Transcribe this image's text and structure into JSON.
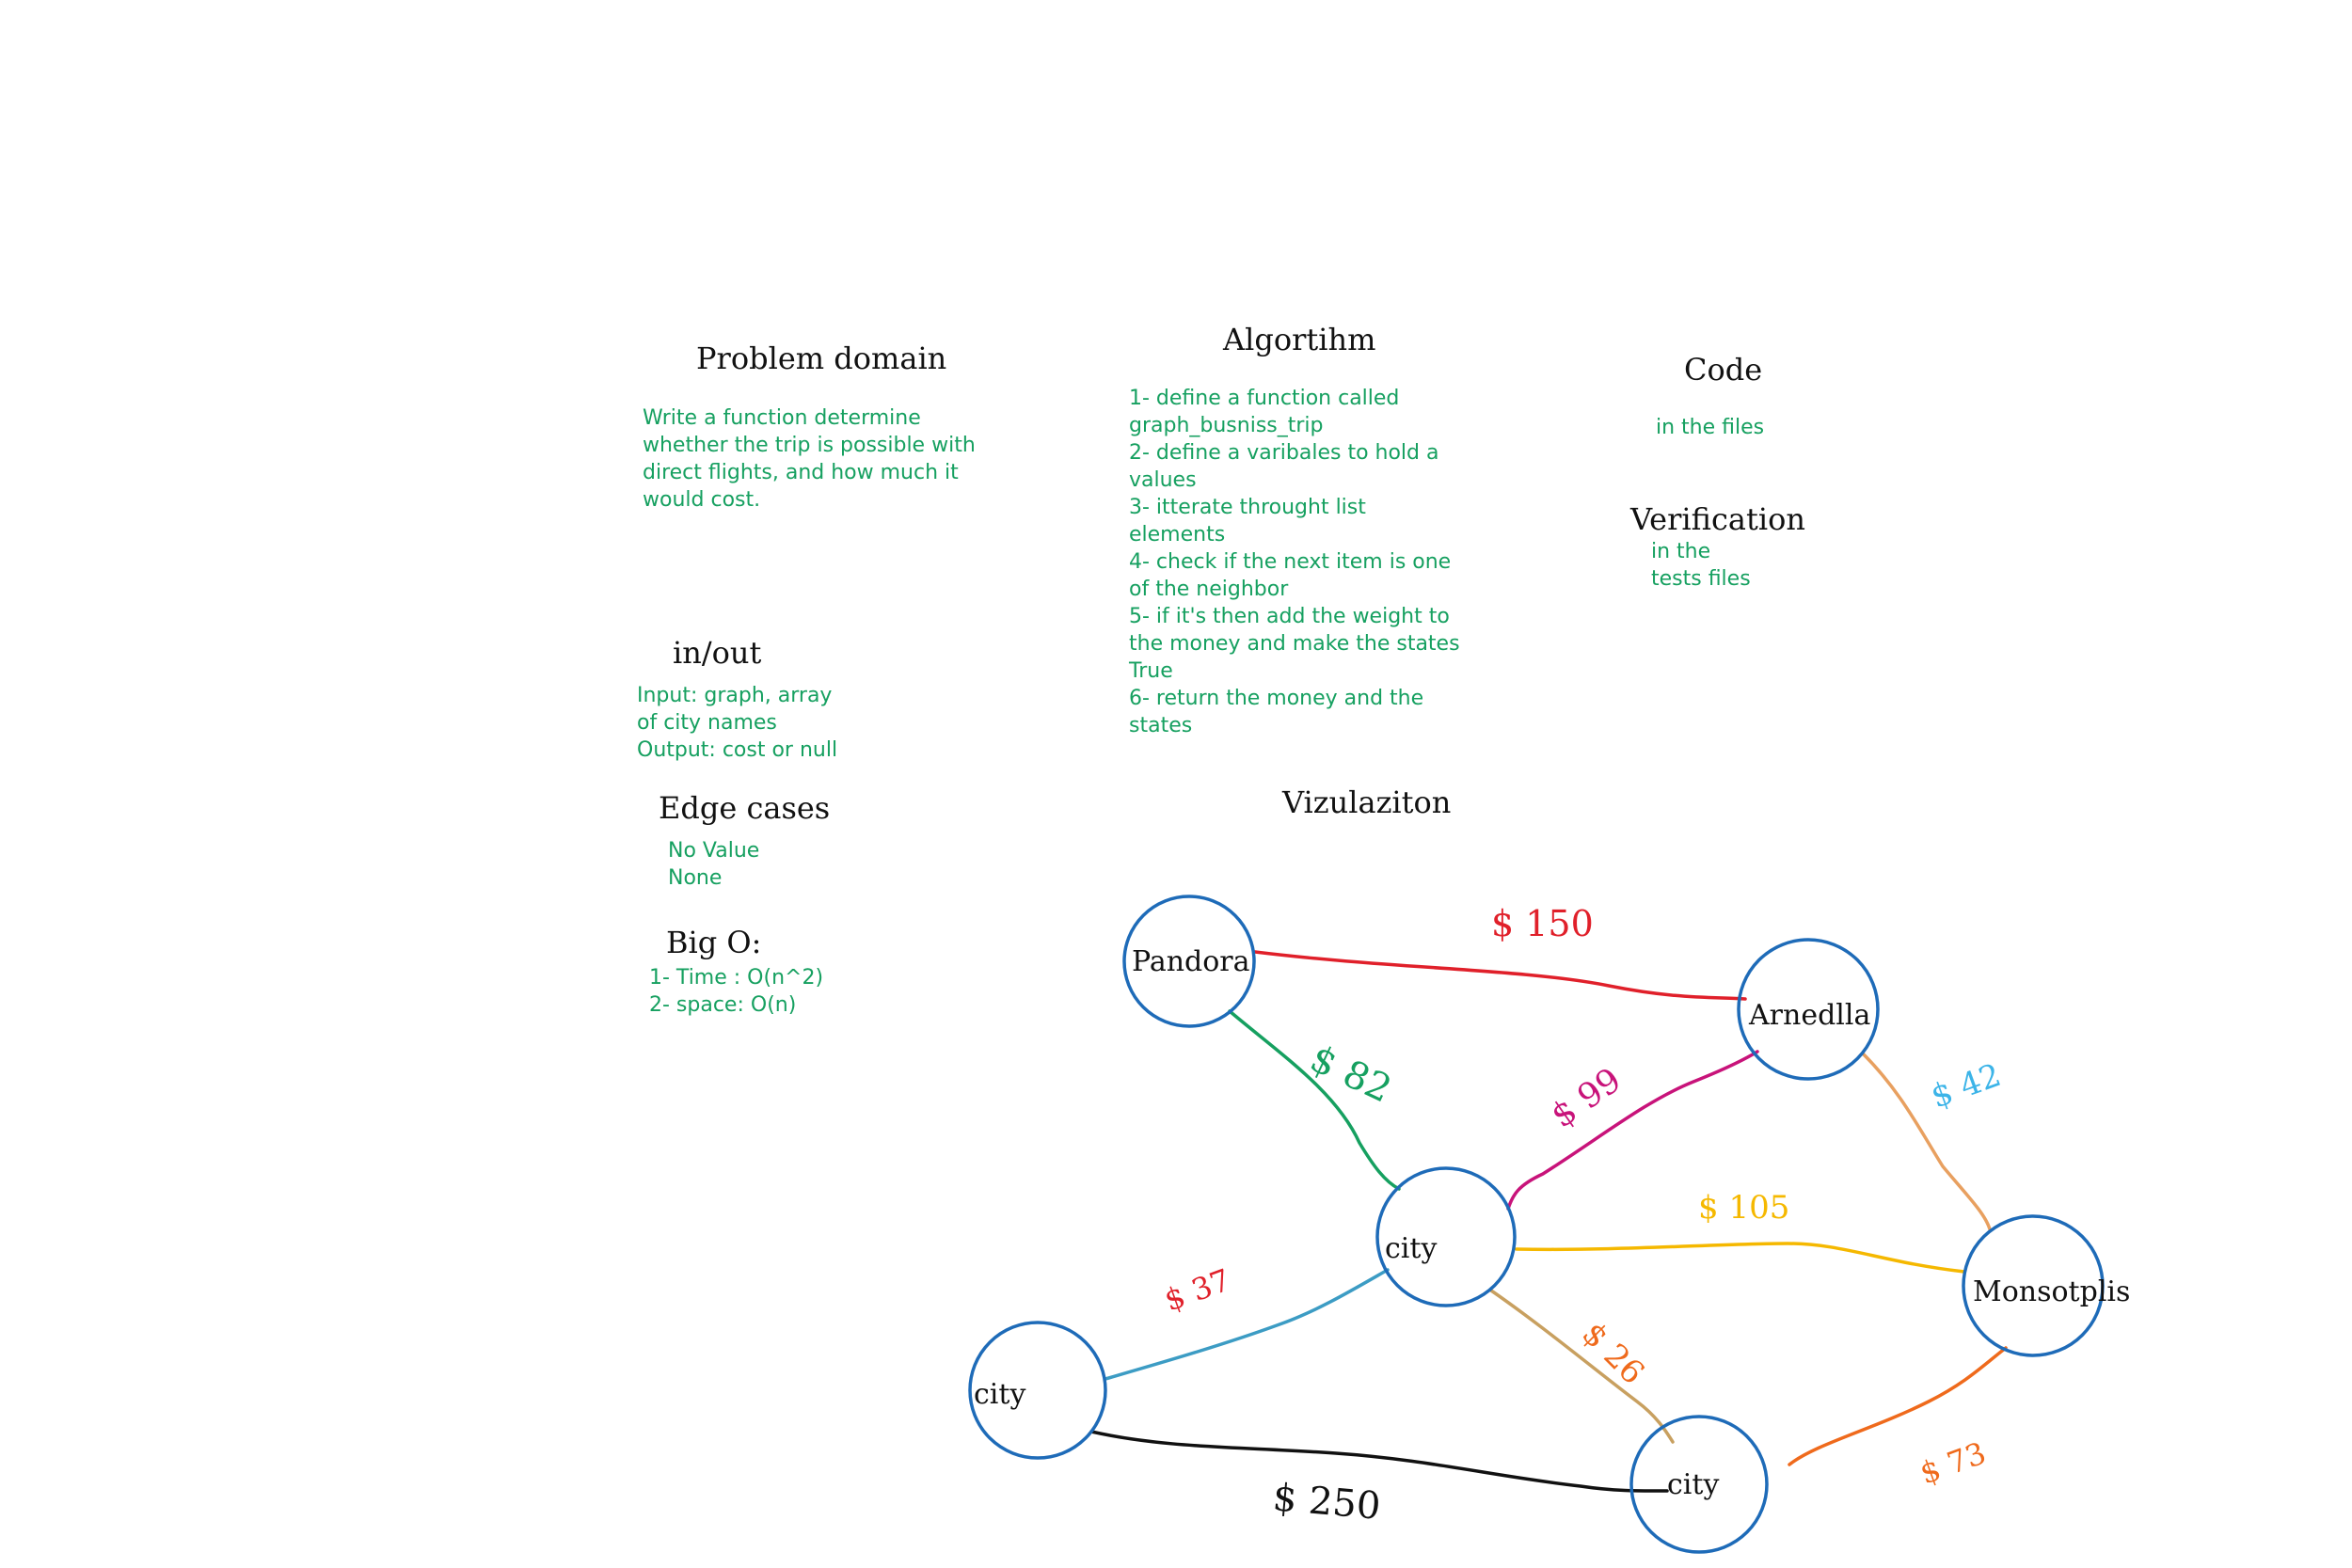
{
  "sections": {
    "problem_domain": {
      "title": "Problem domain",
      "lines": [
        "Write a function determine",
        "whether the trip is possible with",
        "direct flights, and how much it",
        "would cost."
      ]
    },
    "algorithm": {
      "title": "Algortihm",
      "lines": [
        "1- define a function called",
        "graph_busniss_trip",
        "2- define a varibales to hold a",
        "values",
        "3- itterate throught list",
        "elements",
        "4- check if the next item is one",
        "of the neighbor",
        "5- if it's then add the weight to",
        "the money and make the states",
        "True",
        "6- return the money and the",
        "states"
      ]
    },
    "code": {
      "title": "Code",
      "lines": [
        "in the files"
      ]
    },
    "verification": {
      "title": "Verification",
      "lines": [
        "in the",
        "tests files"
      ]
    },
    "in_out": {
      "title": "in/out",
      "lines": [
        "Input:  graph, array",
        "of city names",
        "Output: cost or null"
      ]
    },
    "edge_cases": {
      "title": "Edge cases",
      "lines": [
        "No Value",
        "None"
      ]
    },
    "big_o": {
      "title": "Big O:",
      "lines": [
        "1- Time : O(n^2)",
        "2- space: O(n)"
      ]
    },
    "visualization": {
      "title": "Vizulaziton"
    }
  },
  "graph": {
    "node_color": "#1e6bb8",
    "nodes": [
      {
        "id": "pandora",
        "label": "Pandora"
      },
      {
        "id": "arnedlla",
        "label": "Arnedlla"
      },
      {
        "id": "city_center",
        "label": "city"
      },
      {
        "id": "monsotplis",
        "label": "Monsotplis"
      },
      {
        "id": "city_left",
        "label": "city"
      },
      {
        "id": "city_bottom",
        "label": "city"
      }
    ],
    "edges": [
      {
        "id": "pandora-arnedlla",
        "from": "pandora",
        "to": "arnedlla",
        "weight": "$ 150",
        "color": "#e0202a"
      },
      {
        "id": "pandora-city_center",
        "from": "pandora",
        "to": "city_center",
        "weight": "$ 82",
        "color": "#16a060"
      },
      {
        "id": "city_center-arnedlla",
        "from": "city_center",
        "to": "arnedlla",
        "weight": "$ 99",
        "color": "#c8137a"
      },
      {
        "id": "arnedlla-monsotplis",
        "from": "arnedlla",
        "to": "monsotplis",
        "weight": "$ 42",
        "color": "#e8a060",
        "label_color": "#3cb4e8"
      },
      {
        "id": "city_center-monsotplis",
        "from": "city_center",
        "to": "monsotplis",
        "weight": "$ 105",
        "color": "#f5b800"
      },
      {
        "id": "city_left-city_center",
        "from": "city_left",
        "to": "city_center",
        "weight": "$ 37",
        "color": "#3c9cc4",
        "label_color": "#e0202a"
      },
      {
        "id": "city_center-city_bottom",
        "from": "city_center",
        "to": "city_bottom",
        "weight": "$ 26",
        "color": "#c8a060",
        "label_color": "#ef6a1c"
      },
      {
        "id": "city_bottom-monsotplis",
        "from": "city_bottom",
        "to": "monsotplis",
        "weight": "$ 73",
        "color": "#ef6a1c"
      },
      {
        "id": "city_left-city_bottom",
        "from": "city_left",
        "to": "city_bottom",
        "weight": "$ 250",
        "color": "#111111"
      }
    ]
  }
}
